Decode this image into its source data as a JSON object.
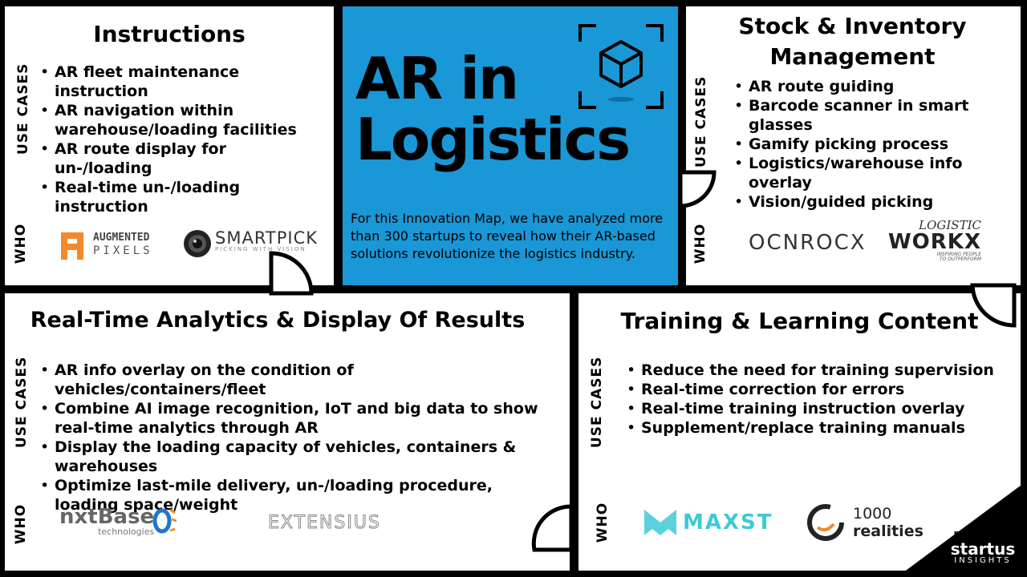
{
  "center": {
    "title_line1": "AR in",
    "title_line2": "Logistics",
    "description": "For this Innovation Map, we have analyzed more than 300 startups to reveal how their AR-based solutions revolutionize the logistics industry.",
    "icon": "cube-scan-icon"
  },
  "labels": {
    "use_cases": "USE CASES",
    "who": "WHO"
  },
  "instructions": {
    "title": "Instructions",
    "items": [
      "AR fleet maintenance instruction",
      "AR navigation within warehouse/loading facilities",
      "AR route display for un-/loading",
      "Real-time un-/loading instruction"
    ],
    "logos": {
      "augmented_line1": "AUGMENTED",
      "augmented_line2": "PIXELS",
      "smartpick": "SMARTPICK",
      "smartpick_tag": "PICKING WITH VISION"
    }
  },
  "stock": {
    "title": "Stock & Inventory Management",
    "items": [
      "AR route guiding",
      "Barcode scanner in smart glasses",
      "Gamify picking process",
      "Logistics/warehouse info overlay",
      "Vision/guided picking"
    ],
    "logos": {
      "ocnroc": "OCNROCX",
      "logistic": "LOGISTIC",
      "workx": "WORKX",
      "workx_tag1": "INSPIRING PEOPLE",
      "workx_tag2": "TO OUTPERFORM"
    }
  },
  "analytics": {
    "title": "Real-Time Analytics & Display Of Results",
    "items": [
      "AR info overlay on the condition of vehicles/containers/fleet",
      "Combine AI image recognition, IoT and big data to show real-time analytics through AR",
      "Display the loading capacity of vehicles, containers & warehouses",
      "Optimize last-mile delivery, un-/loading procedure, loading space/weight"
    ],
    "logos": {
      "nxtbase": "nxtBase",
      "nxtbase_tag": "technologies",
      "extensius": "EXTENSIUS"
    }
  },
  "training": {
    "title": "Training & Learning Content",
    "items": [
      "Reduce the need for training supervision",
      "Real-time correction for errors",
      "Real-time training instruction overlay",
      "Supplement/replace training manuals"
    ],
    "logos": {
      "maxst": "MAXST",
      "realities_line1": "1000",
      "realities_line2": "realities"
    }
  },
  "footer": {
    "powered_by": "powered by",
    "brand": "startus",
    "brand_sub": "INSIGHTS"
  },
  "colors": {
    "accent": "#1997d6",
    "orange": "#f08a2c",
    "cyan": "#3ec9d6"
  }
}
